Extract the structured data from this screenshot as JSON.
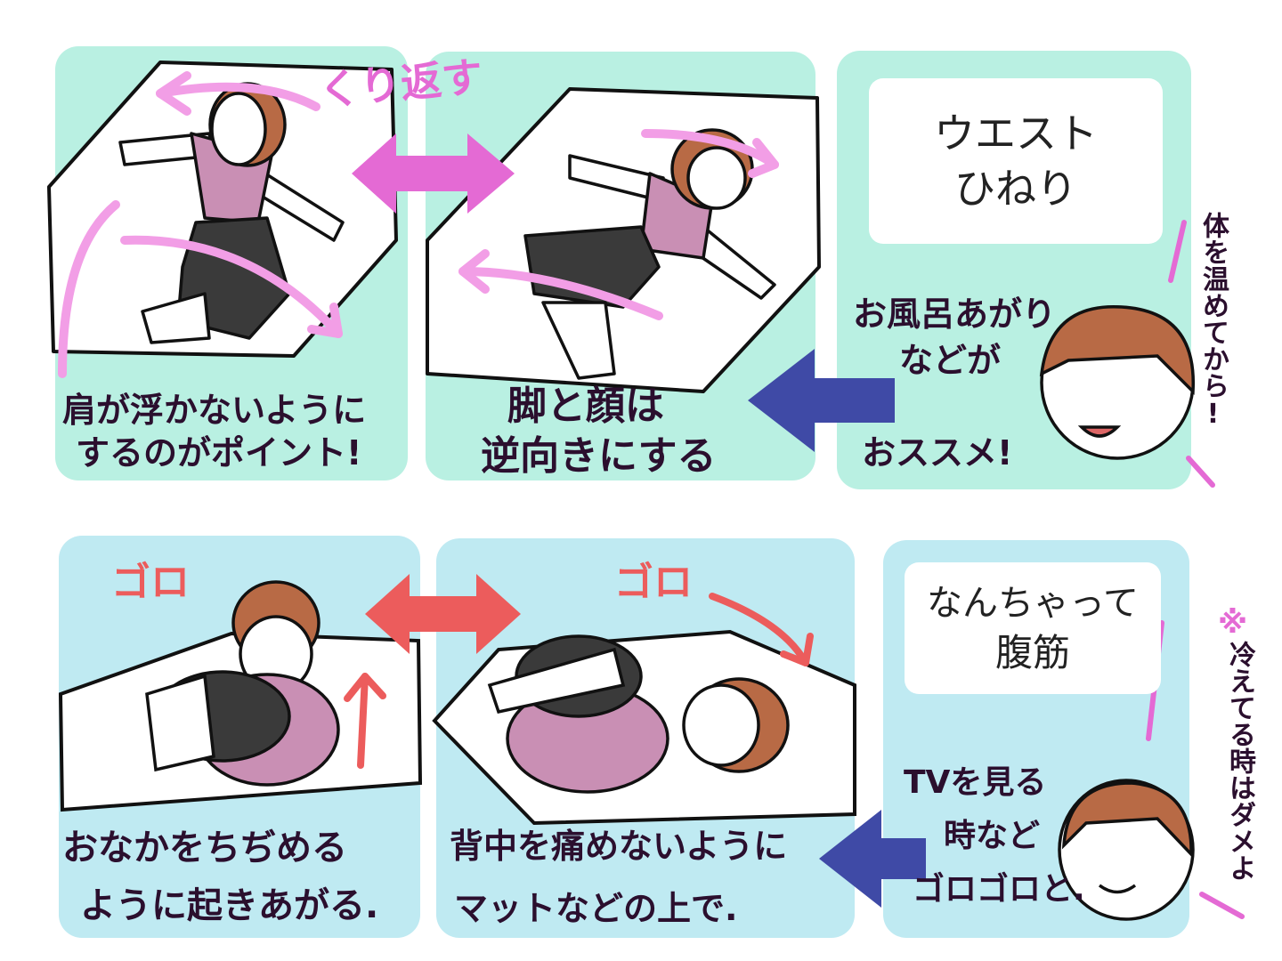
{
  "top_row": {
    "panel1": {
      "caption_line1": "肩が浮かないように",
      "caption_line2": "するのがポイント!"
    },
    "repeat_label": "くり返す",
    "panel2": {
      "caption_line1": "脚と顔は",
      "caption_line2": "逆向きにする"
    },
    "panel3": {
      "title_line1": "ウエスト",
      "title_line2": "ひねり",
      "note_line1": "お風呂あがり",
      "note_line2": "などが",
      "note_line3": "おススメ!",
      "side_note": "体を温めてから!"
    }
  },
  "bottom_row": {
    "panel1": {
      "sound": "ゴロ",
      "caption_line1": "おなかをちぢめる",
      "caption_line2": "ように起きあがる."
    },
    "panel2": {
      "sound": "ゴロ",
      "caption_line1": "背中を痛めないように",
      "caption_line2": "マットなどの上で."
    },
    "panel3": {
      "title_line1": "なんちゃって",
      "title_line2": "腹筋",
      "note_line1": "TVを見る",
      "note_line2": "時など",
      "note_line3": "ゴロゴロと.",
      "side_mark": "※",
      "side_note": "冷えてる時はダメよ"
    }
  },
  "colors": {
    "mint_panel": "#b9f0e2",
    "sky_panel": "#bfeaf2",
    "pink_arrow": "#e46ad4",
    "light_pink_arrow": "#f29ee6",
    "red_arrow": "#ec5c5c",
    "blue_arrow": "#3f4aa6",
    "hair": "#b86a45",
    "shirt": "#c98fb4",
    "pants": "#3a3a3a"
  }
}
